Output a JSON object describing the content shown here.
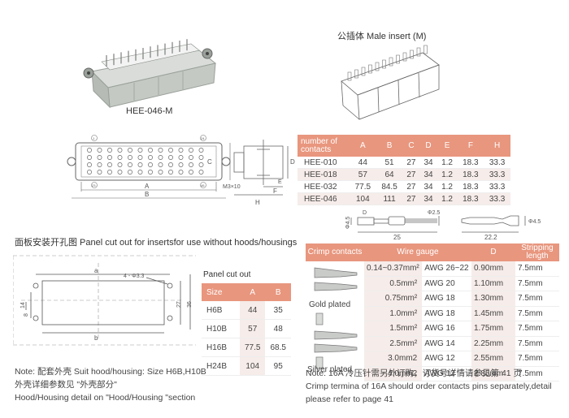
{
  "captions": {
    "product": "HEE-046-M",
    "male_insert": "公插体 Male insert (M)"
  },
  "panel_cutout": {
    "section_title": "面板安装开孔图 Panel cut out for insertsfor use without hoods/housings",
    "table_title": "Panel cut out",
    "headers": [
      "Size",
      "A",
      "B"
    ],
    "rows": [
      [
        "H6B",
        "44",
        "35"
      ],
      [
        "H10B",
        "57",
        "48"
      ],
      [
        "H16B",
        "77.5",
        "68.5"
      ],
      [
        "H24B",
        "104",
        "95"
      ]
    ],
    "drawing_labels": {
      "a": "a",
      "b": "b",
      "hole": "4 - Φ3.3",
      "dim27": "27",
      "dim36": "36",
      "dim14": "14",
      "dim8": "8"
    }
  },
  "dimensions": {
    "headers": [
      "number of contacts",
      "A",
      "B",
      "C",
      "D",
      "E",
      "F",
      "H"
    ],
    "rows": [
      [
        "HEE-010",
        "44",
        "51",
        "27",
        "34",
        "1.2",
        "18.3",
        "33.3"
      ],
      [
        "HEE-018",
        "57",
        "64",
        "27",
        "34",
        "1.2",
        "18.3",
        "33.3"
      ],
      [
        "HEE-032",
        "77.5",
        "84.5",
        "27",
        "34",
        "1.2",
        "18.3",
        "33.3"
      ],
      [
        "HEE-046",
        "104",
        "111",
        "27",
        "34",
        "1.2",
        "18.3",
        "33.3"
      ]
    ],
    "drawing_labels": {
      "A": "A",
      "B": "B",
      "C": "C",
      "D": "D",
      "E": "E",
      "F": "F",
      "H": "H",
      "screw": "M3×10",
      "n1": "1",
      "n24": "24",
      "n23": "23",
      "n46": "46"
    }
  },
  "pin_drawing": {
    "d45a": "Φ4.5",
    "d25": "Φ2.5",
    "d45b": "Φ4.5",
    "len25": "25",
    "len222": "22.2",
    "D": "D"
  },
  "crimp": {
    "headers": [
      "Crimp contacts",
      "Wire gauge",
      "",
      "D",
      "Stripping length"
    ],
    "rows": [
      [
        "0.14~0.37mm²",
        "AWG 26~22",
        "0.90mm",
        "7.5mm"
      ],
      [
        "0.5mm²",
        "AWG 20",
        "1.10mm",
        "7.5mm"
      ],
      [
        "0.75mm²",
        "AWG 18",
        "1.30mm",
        "7.5mm"
      ],
      [
        "1.0mm²",
        "AWG 18",
        "1.45mm",
        "7.5mm"
      ],
      [
        "1.5mm²",
        "AWG 16",
        "1.75mm",
        "7.5mm"
      ],
      [
        "2.5mm²",
        "AWG 14",
        "2.25mm",
        "7.5mm"
      ],
      [
        "3.0mm2",
        "AWG 12",
        "2.55mm",
        "7.5mm"
      ],
      [
        "4.0mm2",
        "AWG 12",
        "2.85mm",
        "7.5mm"
      ]
    ],
    "gold_label": "Gold plated",
    "silver_label": "Silver plated"
  },
  "notes": {
    "left_1": "Note: 配套外壳 Suit hood/housing: Size H6B,H10B",
    "left_2": "外壳详细参数见 \"外壳部分\"",
    "left_3": "Hood/Housing detail on \"Hood/Housing \"section",
    "right_1": "Note: 16A 冷压针需另外订购，订货号详情请参见第 41 页",
    "right_2": "Crimp termina of 16A should order contacts pins separately,detail",
    "right_3": "please refer to page 41"
  },
  "colors": {
    "header_bg": "#e8967e",
    "row_shade": "#f6ece9",
    "line": "#555555"
  }
}
